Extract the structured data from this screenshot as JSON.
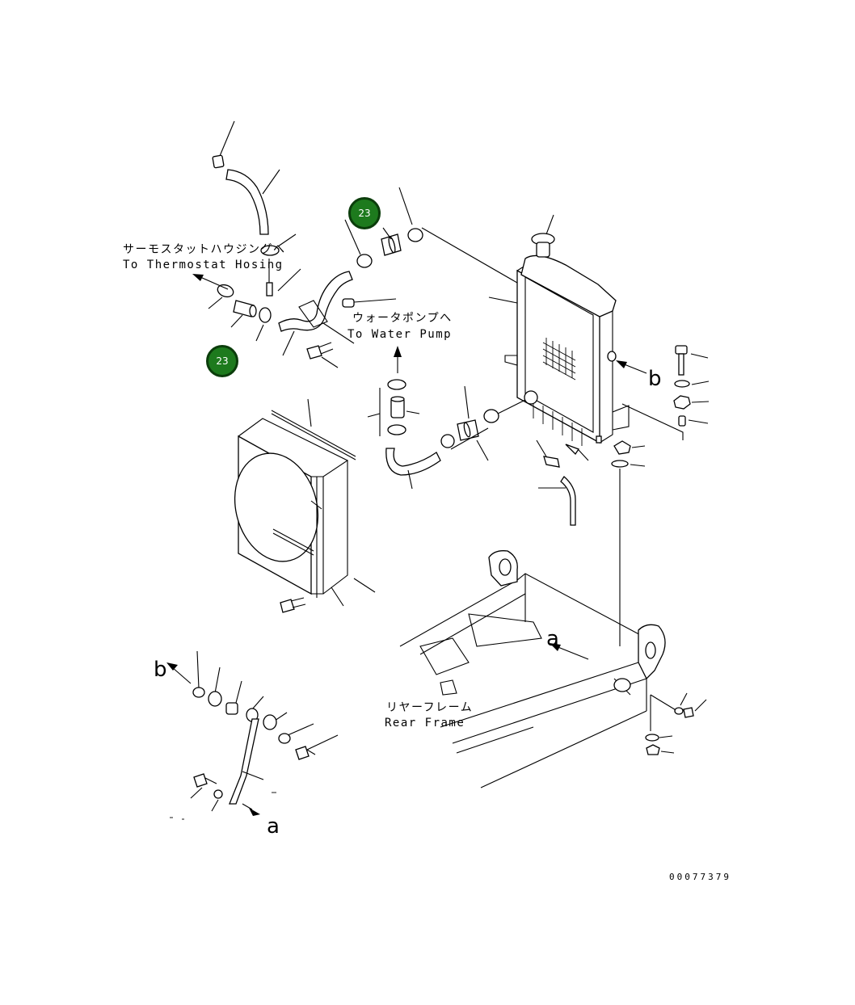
{
  "labels": {
    "thermostat_jp": "サーモスタットハウジングへ",
    "thermostat_en": "To Thermostat Hosing",
    "water_pump_jp": "ウォータポンプへ",
    "water_pump_en": "To Water Pump",
    "rear_frame_jp": "リヤーフレーム",
    "rear_frame_en": "Rear Frame"
  },
  "markers": {
    "b_right": "b",
    "b_left": "b",
    "a_top": "a",
    "a_bottom": "a"
  },
  "callouts": [
    {
      "id": "top-hose-clip",
      "number": "23"
    },
    {
      "id": "left-hose-clip",
      "number": "23"
    }
  ],
  "drawing_code": "00077379"
}
